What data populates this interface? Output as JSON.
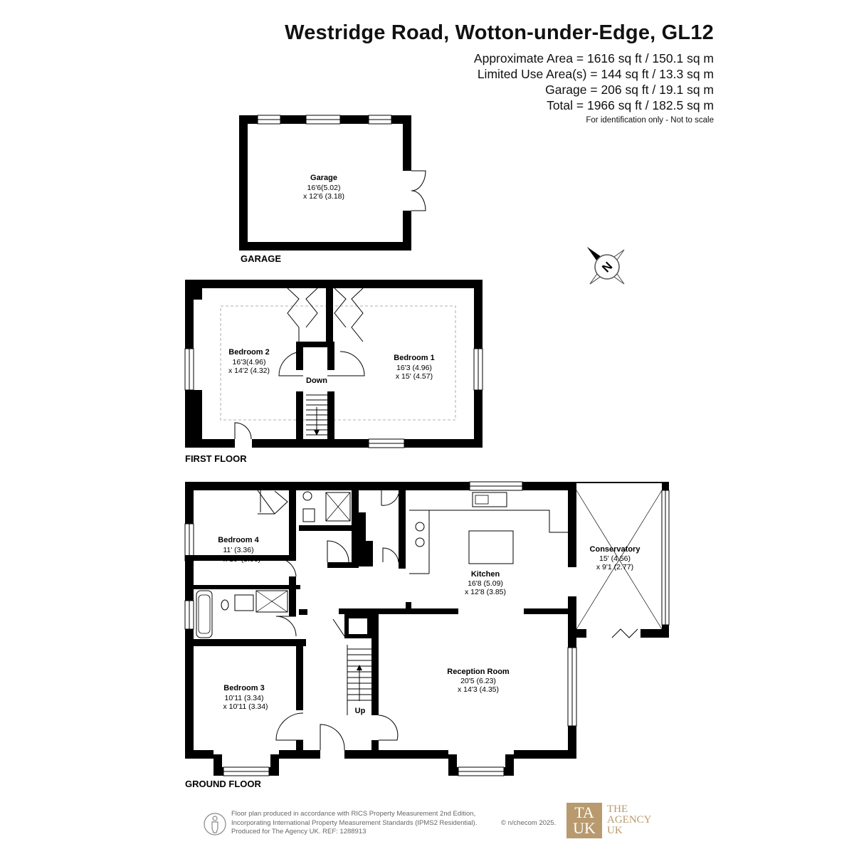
{
  "header": {
    "title": "Westridge Road, Wotton-under-Edge, GL12",
    "approximate_area": "Approximate Area = 1616 sq ft / 150.1 sq m",
    "limited_use_area": "Limited Use Area(s) = 144 sq ft / 13.3 sq m",
    "garage_area": "Garage = 206 sq ft / 19.1 sq m",
    "total": "Total = 1966 sq ft / 182.5 sq m",
    "disclaimer": "For identification only - Not to scale"
  },
  "floors": {
    "garage": "GARAGE",
    "first": "FIRST FLOOR",
    "ground": "GROUND FLOOR"
  },
  "rooms": {
    "garage": {
      "name": "Garage",
      "dim1": "16'6(5.02)",
      "dim2": "x 12'6 (3.18)"
    },
    "bedroom2": {
      "name": "Bedroom 2",
      "dim1": "16'3(4.96)",
      "dim2": "x 14'2 (4.32)"
    },
    "bedroom1": {
      "name": "Bedroom 1",
      "dim1": "16'3 (4.96)",
      "dim2": "x 15' (4.57)"
    },
    "bedroom4": {
      "name": "Bedroom 4",
      "dim1": "11' (3.36)",
      "dim2": "x 10' (3.06)"
    },
    "kitchen": {
      "name": "Kitchen",
      "dim1": "16'8 (5.09)",
      "dim2": "x 12'8 (3.85)"
    },
    "conservatory": {
      "name": "Conservatory",
      "dim1": "15' (4.56)",
      "dim2": "x 9'1 (2.77)"
    },
    "reception": {
      "name": "Reception Room",
      "dim1": "20'5 (6.23)",
      "dim2": "x 14'3 (4.35)"
    },
    "bedroom3": {
      "name": "Bedroom 3",
      "dim1": "10'11 (3.34)",
      "dim2": "x 10'11 (3.34)"
    }
  },
  "stairs": {
    "down": "Down",
    "up": "Up"
  },
  "compass": {
    "letter": "N"
  },
  "footer": {
    "line1": "Floor plan produced in accordance with RICS Property Measurement 2nd Edition,",
    "line2": "Incorporating International Property Measurement Standards (IPMS2 Residential).",
    "line3": "Produced for The Agency UK.   REF:  1288913",
    "copyright": "© n/checom 2025.",
    "brand_mark_1": "TA",
    "brand_mark_2": "UK",
    "brand_name_1": "THE",
    "brand_name_2": "AGENCY",
    "brand_name_3": "UK",
    "brand_color": "#b89a6e"
  }
}
